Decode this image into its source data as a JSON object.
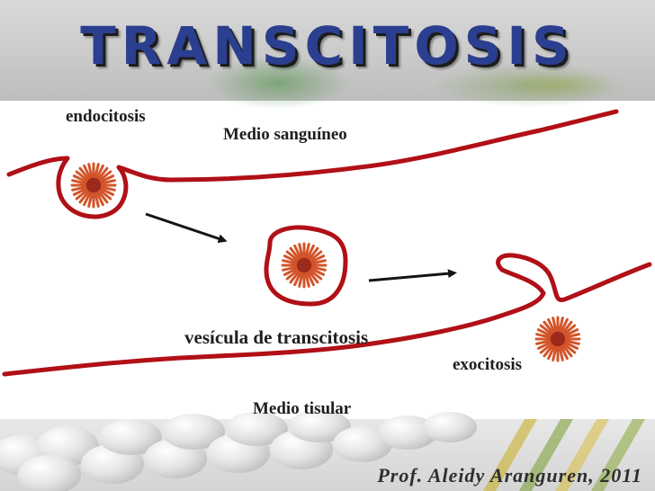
{
  "title": "TRANSCITOSIS",
  "labels": {
    "endocitosis": "endocitosis",
    "medio_sanguineo": "Medio sanguíneo",
    "vesicula": "vesícula de transcitosis",
    "exocitosis": "exocitosis",
    "medio_tisular": "Medio tisular"
  },
  "author": "Prof. Aleidy Aranguren, 2011",
  "colors": {
    "membrane": "#b01016",
    "title": "#2a3f8f",
    "particle_petal": "#d3542a",
    "particle_center": "#9a2a1c",
    "arrow": "#141414"
  }
}
